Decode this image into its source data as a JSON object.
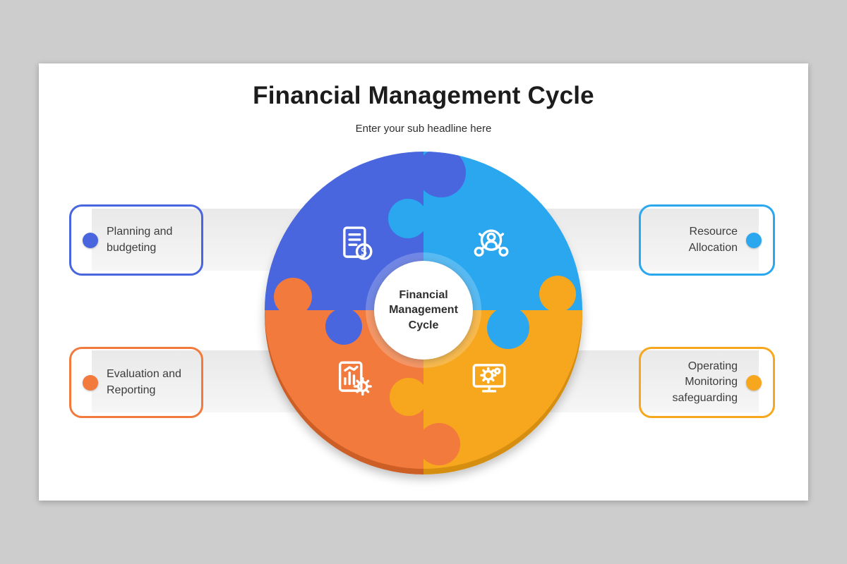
{
  "slide": {
    "title": "Financial Management Cycle",
    "subtitle": "Enter your sub headline here",
    "center_label": "Financial Management Cycle"
  },
  "colors": {
    "blue": "#4A66DE",
    "lightblue": "#2AA7EF",
    "orange": "#F27A3C",
    "amber": "#F6A71D",
    "blue-dark": "#3A50B8",
    "lightblue-dark": "#1E87C9",
    "orange-dark": "#CC5E26",
    "amber-dark": "#D68E10"
  },
  "callouts": [
    {
      "id": "planning",
      "label": "Planning and budgeting",
      "side": "left",
      "color": "blue"
    },
    {
      "id": "resource",
      "label": "Resource Allocation",
      "side": "right",
      "color": "lightblue"
    },
    {
      "id": "evaluation",
      "label": "Evaluation and Reporting",
      "side": "left",
      "color": "orange"
    },
    {
      "id": "operating",
      "label": "Operating Monitoring safeguarding",
      "side": "right",
      "color": "amber"
    }
  ],
  "quadrants": [
    {
      "position": "top-left",
      "color": "blue",
      "icon": "planning-budgeting-icon"
    },
    {
      "position": "top-right",
      "color": "lightblue",
      "icon": "resource-allocation-icon"
    },
    {
      "position": "bottom-left",
      "color": "orange",
      "icon": "evaluation-reporting-icon"
    },
    {
      "position": "bottom-right",
      "color": "amber",
      "icon": "operating-monitoring-icon"
    }
  ]
}
